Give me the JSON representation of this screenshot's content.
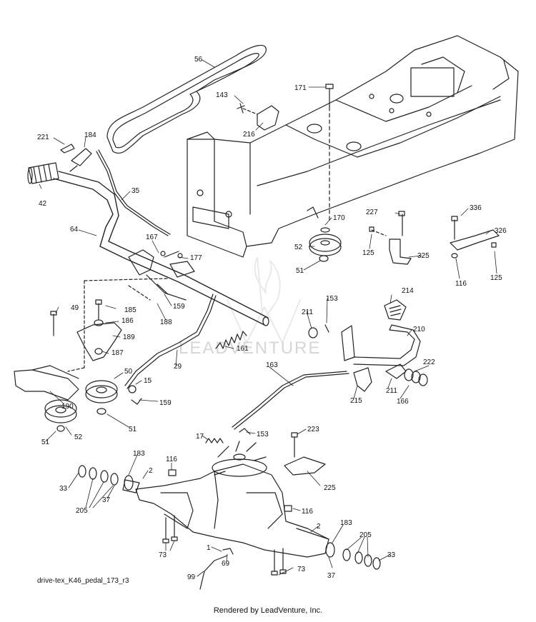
{
  "diagram": {
    "drawing_ref": "drive-tex_K46_pedal_173_r3",
    "credit": "Rendered by LeadVenture, Inc.",
    "watermark_text": "LEADVENTURE",
    "line_color": "#222222",
    "callouts": [
      {
        "id": "56",
        "label": "56"
      },
      {
        "id": "143",
        "label": "143"
      },
      {
        "id": "171",
        "label": "171"
      },
      {
        "id": "216",
        "label": "216"
      },
      {
        "id": "221",
        "label": "221"
      },
      {
        "id": "184",
        "label": "184"
      },
      {
        "id": "42",
        "label": "42"
      },
      {
        "id": "35",
        "label": "35"
      },
      {
        "id": "64",
        "label": "64"
      },
      {
        "id": "167",
        "label": "167"
      },
      {
        "id": "177",
        "label": "177"
      },
      {
        "id": "170",
        "label": "170"
      },
      {
        "id": "227",
        "label": "227"
      },
      {
        "id": "336",
        "label": "336"
      },
      {
        "id": "326",
        "label": "326"
      },
      {
        "id": "125a",
        "label": "125"
      },
      {
        "id": "325",
        "label": "325"
      },
      {
        "id": "52a",
        "label": "52"
      },
      {
        "id": "51a",
        "label": "51"
      },
      {
        "id": "116a",
        "label": "116"
      },
      {
        "id": "125b",
        "label": "125"
      },
      {
        "id": "185",
        "label": "185"
      },
      {
        "id": "49",
        "label": "49"
      },
      {
        "id": "186",
        "label": "186"
      },
      {
        "id": "159a",
        "label": "159"
      },
      {
        "id": "188",
        "label": "188"
      },
      {
        "id": "189",
        "label": "189"
      },
      {
        "id": "187",
        "label": "187"
      },
      {
        "id": "153a",
        "label": "153"
      },
      {
        "id": "214",
        "label": "214"
      },
      {
        "id": "211a",
        "label": "211"
      },
      {
        "id": "210",
        "label": "210"
      },
      {
        "id": "161",
        "label": "161"
      },
      {
        "id": "29",
        "label": "29"
      },
      {
        "id": "50",
        "label": "50"
      },
      {
        "id": "15",
        "label": "15"
      },
      {
        "id": "163",
        "label": "163"
      },
      {
        "id": "222",
        "label": "222"
      },
      {
        "id": "211b",
        "label": "211"
      },
      {
        "id": "166",
        "label": "166"
      },
      {
        "id": "215",
        "label": "215"
      },
      {
        "id": "190",
        "label": "190"
      },
      {
        "id": "159b",
        "label": "159"
      },
      {
        "id": "52b",
        "label": "52"
      },
      {
        "id": "51b",
        "label": "51"
      },
      {
        "id": "51c",
        "label": "51"
      },
      {
        "id": "17",
        "label": "17"
      },
      {
        "id": "153b",
        "label": "153"
      },
      {
        "id": "223",
        "label": "223"
      },
      {
        "id": "183a",
        "label": "183"
      },
      {
        "id": "116b",
        "label": "116"
      },
      {
        "id": "2a",
        "label": "2"
      },
      {
        "id": "225",
        "label": "225"
      },
      {
        "id": "33a",
        "label": "33"
      },
      {
        "id": "205a",
        "label": "205"
      },
      {
        "id": "37a",
        "label": "37"
      },
      {
        "id": "116c",
        "label": "116"
      },
      {
        "id": "2b",
        "label": "2"
      },
      {
        "id": "183b",
        "label": "183"
      },
      {
        "id": "205b",
        "label": "205"
      },
      {
        "id": "73a",
        "label": "73"
      },
      {
        "id": "1",
        "label": "1"
      },
      {
        "id": "69",
        "label": "69"
      },
      {
        "id": "33b",
        "label": "33"
      },
      {
        "id": "73b",
        "label": "73"
      },
      {
        "id": "37b",
        "label": "37"
      },
      {
        "id": "99",
        "label": "99"
      }
    ]
  }
}
